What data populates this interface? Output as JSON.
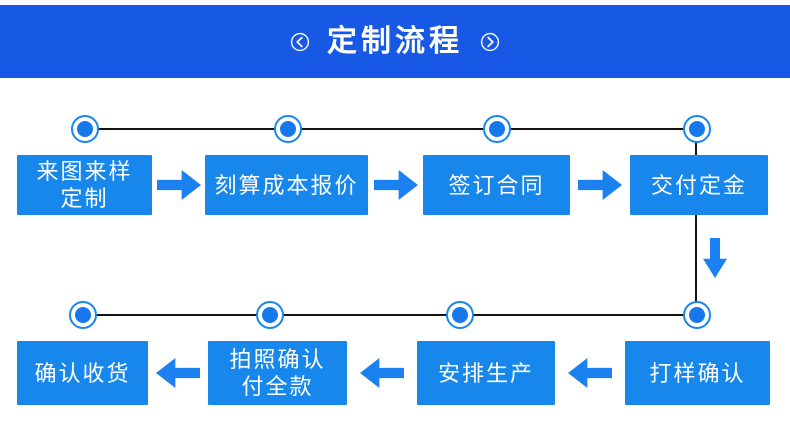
{
  "header": {
    "title": "定制流程",
    "left_icon": "chevron-left-circle",
    "right_icon": "chevron-right-circle"
  },
  "colors": {
    "header-bg": "#1759E4",
    "box-bg": "#1787EC",
    "arrow": "#1B80F0",
    "node-dot": "#1778EC",
    "node-ring": "#1787EC",
    "line": "#141414",
    "text": "#FFFFFF"
  },
  "flow": {
    "rows": [
      {
        "id": "top",
        "arrow_direction": "right",
        "steps": [
          {
            "order": 1,
            "label": "来图来样\n定制"
          },
          {
            "order": 2,
            "label": "刻算成本报价"
          },
          {
            "order": 3,
            "label": "签订合同"
          },
          {
            "order": 4,
            "label": "交付定金"
          }
        ]
      },
      {
        "id": "bottom",
        "arrow_direction": "left",
        "steps": [
          {
            "order": 8,
            "label": "确认收货"
          },
          {
            "order": 7,
            "label": "拍照确认\n付全款"
          },
          {
            "order": 6,
            "label": "安排生产"
          },
          {
            "order": 5,
            "label": "打样确认"
          }
        ]
      }
    ]
  }
}
